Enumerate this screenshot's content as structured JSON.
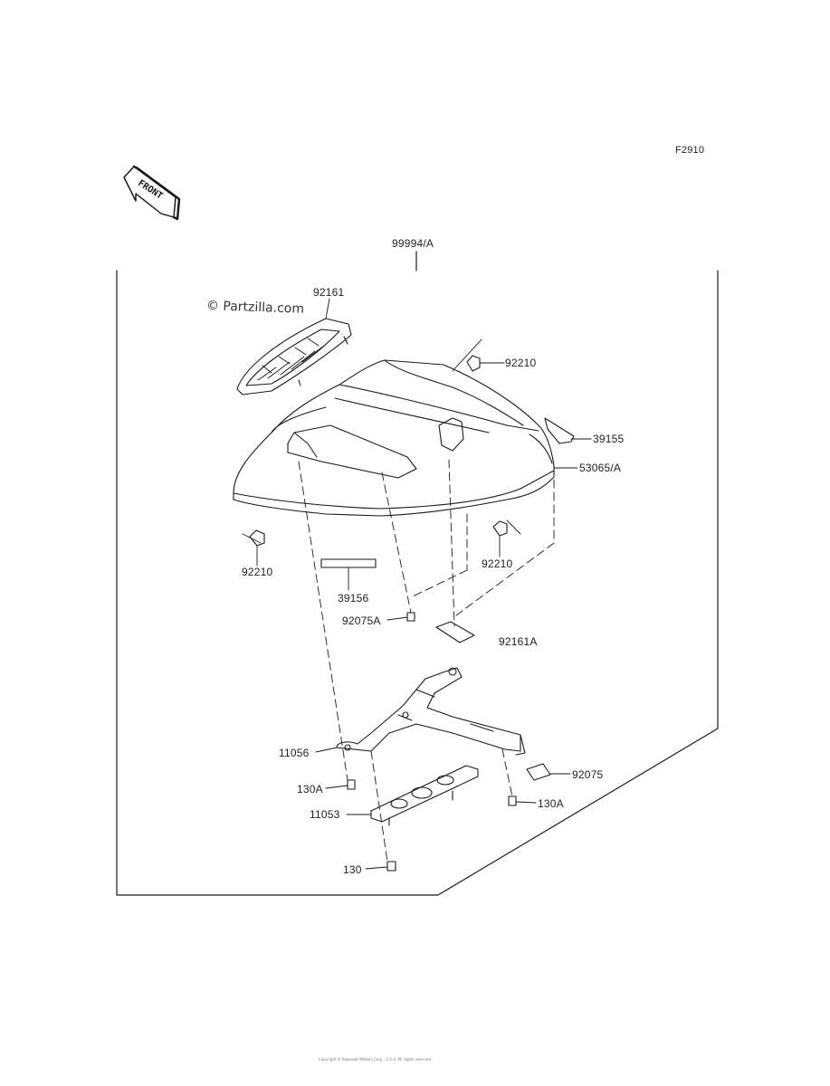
{
  "figure_code": "F2910",
  "front_arrow_text": "FRONT",
  "watermark": "© Partzilla.com",
  "kit_number": "99994/A",
  "parts": [
    {
      "id": "p92161",
      "number": "92161"
    },
    {
      "id": "p92210-top",
      "number": "92210"
    },
    {
      "id": "p39155",
      "number": "39155"
    },
    {
      "id": "p53065",
      "number": "53065/A"
    },
    {
      "id": "p92210-left",
      "number": "92210"
    },
    {
      "id": "p92210-right",
      "number": "92210"
    },
    {
      "id": "p39156",
      "number": "39156"
    },
    {
      "id": "p92075A",
      "number": "92075A"
    },
    {
      "id": "p92161A",
      "number": "92161A"
    },
    {
      "id": "p11056",
      "number": "11056"
    },
    {
      "id": "p92075",
      "number": "92075"
    },
    {
      "id": "p130A-left",
      "number": "130A"
    },
    {
      "id": "p130A-right",
      "number": "130A"
    },
    {
      "id": "p11053",
      "number": "11053"
    },
    {
      "id": "p130",
      "number": "130"
    }
  ],
  "copyright": "Copyright © Kawasaki Motors Corp., U.S.A. All rights reserved."
}
